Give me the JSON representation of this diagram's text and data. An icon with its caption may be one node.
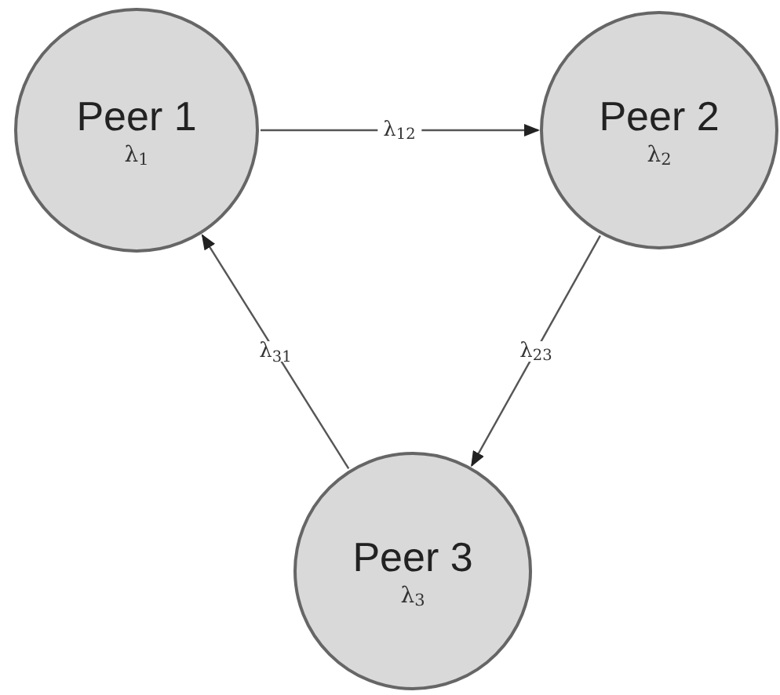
{
  "diagram": {
    "nodes": [
      {
        "text": [
          "Peer 1",
          "λ$_{1}$"
        ]
      },
      {
        "text": [
          "Peer 2",
          "λ$_{2}$"
        ]
      },
      {
        "text": [
          "Peer 3",
          "λ$_{3}$"
        ]
      }
    ],
    "edges": [
      {
        "from": 0,
        "to": 1,
        "arrow": "to",
        "label": "λ$_{12}$"
      },
      {
        "from": 1,
        "to": 2,
        "arrow": "to",
        "label": "λ$_{23}$"
      },
      {
        "from": 2,
        "to": 0,
        "arrow": "to",
        "label": "λ$_{31}$"
      }
    ]
  }
}
